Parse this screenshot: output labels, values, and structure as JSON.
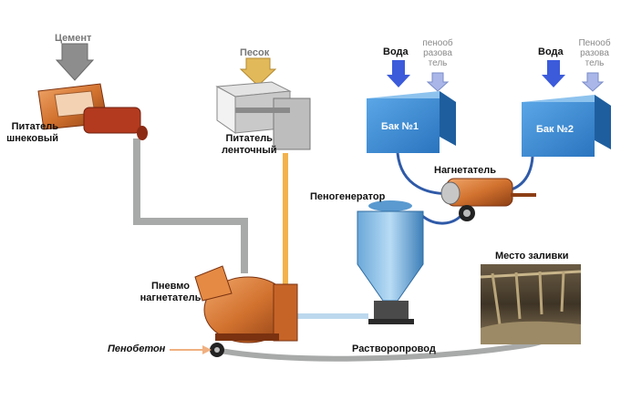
{
  "labels": {
    "cement": "Цемент",
    "sand": "Песок",
    "screw_feeder_line1": "Питатель",
    "screw_feeder_line2": "шнековый",
    "belt_feeder_line1": "Питатель",
    "belt_feeder_line2": "ленточный",
    "water_1": "Вода",
    "water_2": "Вода",
    "foaming_agent_1": [
      "пенооб",
      "разова",
      "тель"
    ],
    "foaming_agent_2": [
      "Пенооб",
      "разова",
      "тель"
    ],
    "tank_1": "Бак  №1",
    "tank_2": "Бак  №2",
    "pump": "Нагнетатель",
    "foam_generator": "Пеногенератор",
    "pneumo_line1": "Пневмо",
    "pneumo_line2": "нагнетатель",
    "foam_concrete": "Пенобетон",
    "pipeline": "Растворопровод",
    "pouring_site": "Место заливки"
  },
  "colors": {
    "tank_fill": "#3d8fd6",
    "arrow_blue": "#3b5bdb",
    "arrow_light": "#aab6e8",
    "pipe_gray": "#a8aaa9",
    "pipe_orange": "#f3b34a",
    "machine_orange": "#d2722f"
  }
}
